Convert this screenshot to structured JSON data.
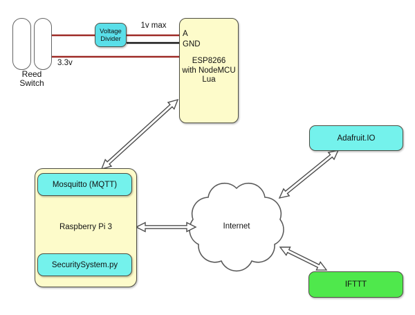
{
  "diagram": {
    "reed_switch": {
      "line1": "Reed",
      "line2": "Switch"
    },
    "wire_labels": {
      "supply_voltage": "3.3v",
      "analog_max": "1v max"
    },
    "voltage_divider": {
      "line1": "Voltage",
      "line2": "Divider"
    },
    "esp8266": {
      "pin_analog": "A",
      "pin_ground": "GND",
      "line1": "ESP8266",
      "line2": "with NodeMCU",
      "line3": "Lua"
    },
    "raspberry_pi": {
      "name": "Raspberry Pi 3",
      "mqtt_broker": "Mosquitto (MQTT)",
      "python_script": "SecuritySystem.py"
    },
    "internet": {
      "name": "Internet"
    },
    "adafruit_io": {
      "name": "Adafruit.IO"
    },
    "ifttt": {
      "name": "IFTTT"
    },
    "colors": {
      "node_yellow": "#fdfbca",
      "node_cyan": "#74f2ec",
      "voltage_divider_cyan": "#5adfe9",
      "ifttt_green": "#4fe84c",
      "wire_red": "#9e2a26",
      "wire_black": "#141414",
      "border_dark": "#4d4d42"
    },
    "edges": [
      {
        "from": "reed_switch",
        "to": "voltage_divider",
        "type": "wire-red"
      },
      {
        "from": "voltage_divider",
        "to": "esp8266_A",
        "type": "wire-red",
        "label": "1v max"
      },
      {
        "from": "voltage_divider",
        "to": "esp8266_GND",
        "type": "wire-black"
      },
      {
        "from": "reed_switch",
        "to": "esp8266",
        "type": "wire-red",
        "label": "3.3v"
      },
      {
        "from": "esp8266",
        "to": "raspberry_pi",
        "type": "double-arrow"
      },
      {
        "from": "raspberry_pi",
        "to": "internet",
        "type": "double-arrow"
      },
      {
        "from": "internet",
        "to": "adafruit_io",
        "type": "double-arrow"
      },
      {
        "from": "internet",
        "to": "ifttt",
        "type": "double-arrow"
      }
    ]
  }
}
